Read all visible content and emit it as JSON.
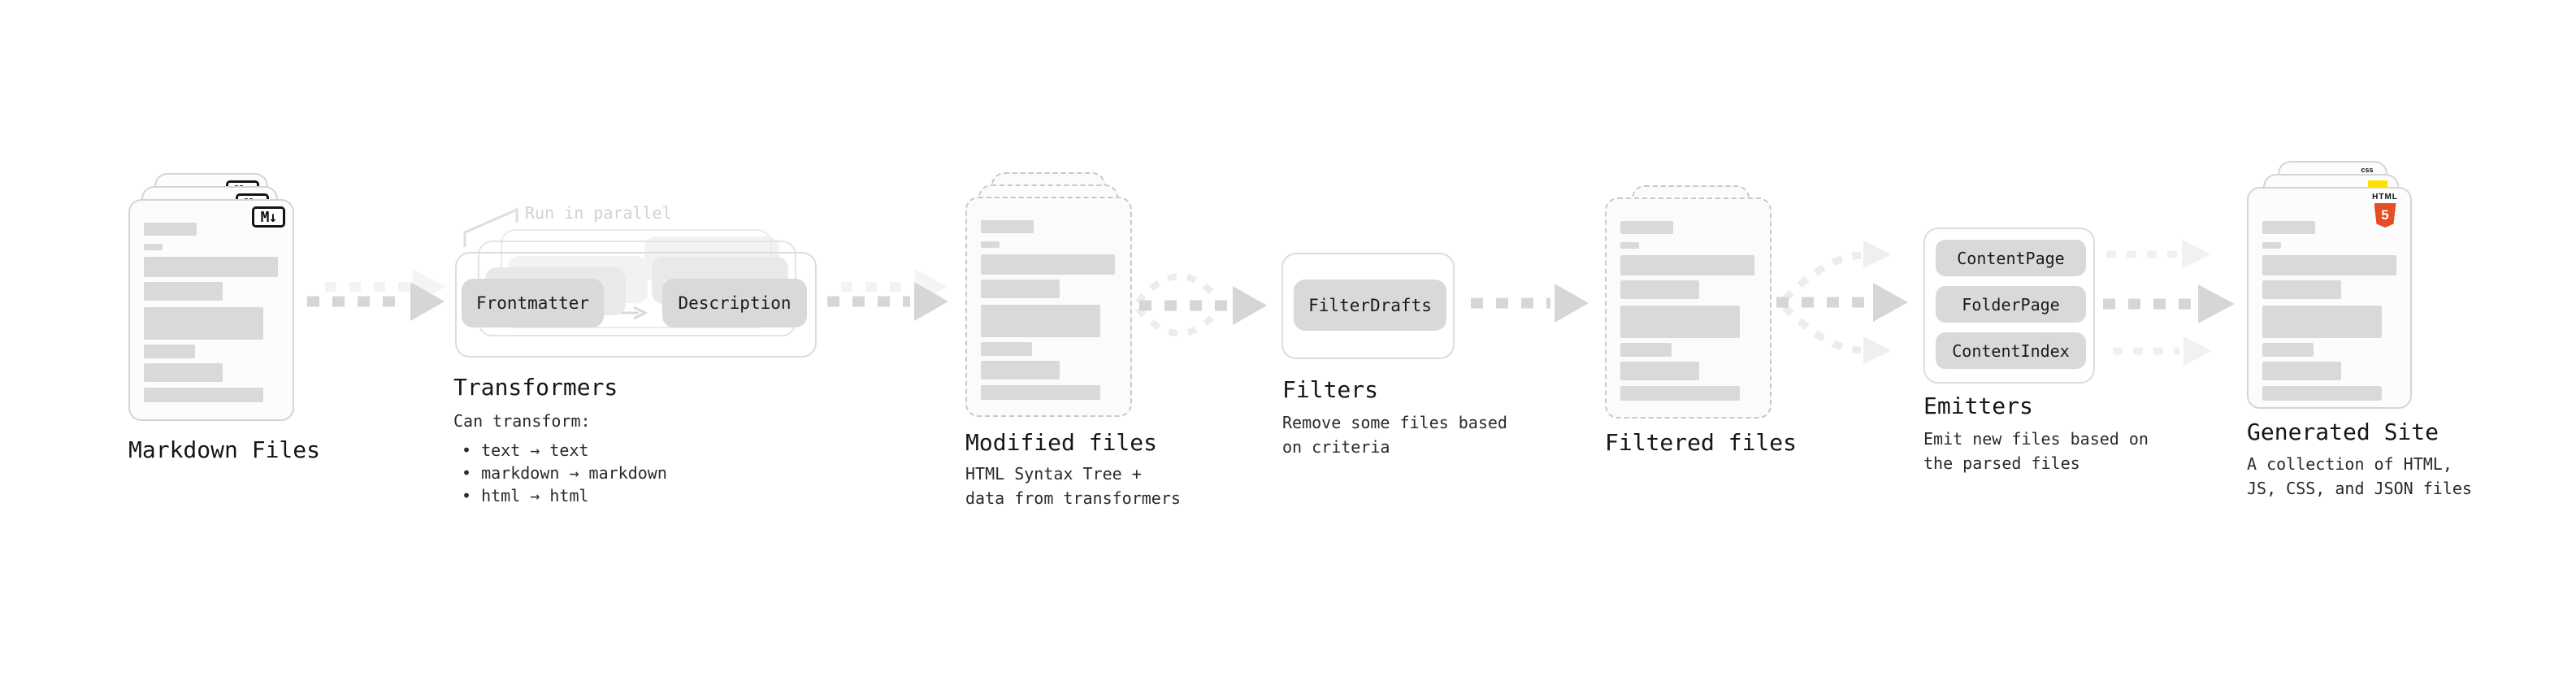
{
  "diagram": {
    "nodes": {
      "markdown_files": {
        "label": "Markdown Files",
        "badge": "M↓"
      },
      "transformers": {
        "label": "Transformers",
        "callout": "Run in parallel",
        "pill_left": "Frontmatter",
        "pill_right": "Description",
        "desc_title": "Can transform:",
        "bullets": [
          "• text → text",
          "• markdown → markdown",
          "• html → html"
        ]
      },
      "modified_files": {
        "label": "Modified files",
        "desc": "HTML Syntax Tree +\ndata from transformers"
      },
      "filters": {
        "label": "Filters",
        "pill": "FilterDrafts",
        "desc": "Remove some files based\non criteria"
      },
      "filtered_files": {
        "label": "Filtered files"
      },
      "emitters": {
        "label": "Emitters",
        "pills": [
          "ContentPage",
          "FolderPage",
          "ContentIndex"
        ],
        "desc": "Emit new files based on\nthe parsed files"
      },
      "generated_site": {
        "label": "Generated Site",
        "desc": "A collection of HTML,\nJS, CSS, and JSON files",
        "file_badges": {
          "css_label": "css",
          "html_label": "HTML",
          "html5_number": "5"
        }
      }
    },
    "colors": {
      "html5_orange": "#e44d26",
      "js_yellow": "#ffdf00",
      "css_blue": "#2f6df6",
      "pill_gray": "#d9d9d9",
      "skeleton_gray": "#d9d9d9",
      "arrow_gray": "#d6d6d6"
    }
  }
}
